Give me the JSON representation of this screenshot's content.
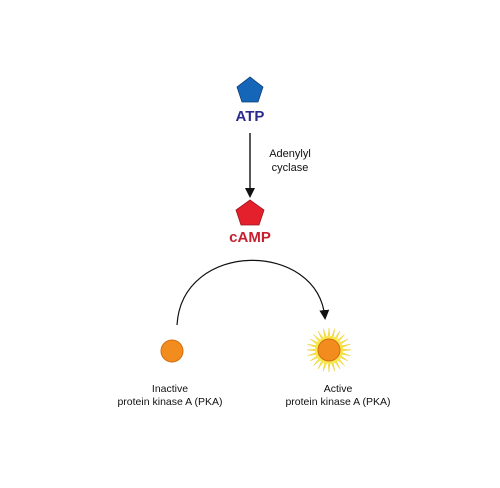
{
  "diagram": {
    "substrate": {
      "label": "ATP",
      "color": "#2a2c8c",
      "shape_color": "#1565b8",
      "shape": "pentagon"
    },
    "enzyme": {
      "line1": "Adenylyl",
      "line2": "cyclase"
    },
    "product": {
      "label": "cAMP",
      "color": "#c8202f",
      "shape_color": "#e3202c",
      "shape": "pentagon"
    },
    "inactive_pka": {
      "line1": "Inactive",
      "line2": "protein kinase A (PKA)",
      "color": "#f28c1e"
    },
    "active_pka": {
      "line1": "Active",
      "line2": "protein kinase A (PKA)",
      "color": "#f28c1e",
      "glow_color": "#f7e64a"
    }
  },
  "stock_id": "691188800"
}
